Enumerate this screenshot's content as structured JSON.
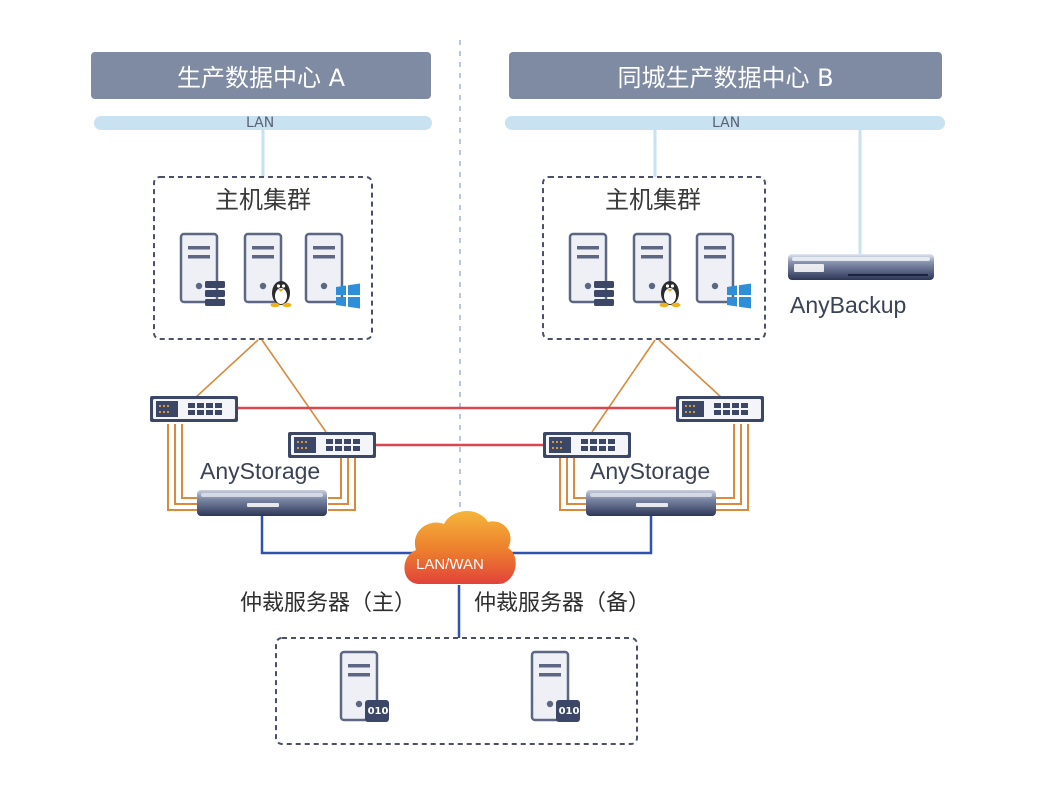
{
  "datacenters": {
    "a": {
      "title": "生产数据中心 A",
      "lan": "LAN",
      "cluster": "主机集群",
      "storage": "AnyStorage"
    },
    "b": {
      "title": "同城生产数据中心 B",
      "lan": "LAN",
      "cluster": "主机集群",
      "storage": "AnyStorage",
      "backup": "AnyBackup"
    }
  },
  "network": {
    "cloud": "LAN/WAN"
  },
  "arbitration": {
    "primary": "仲裁服务器（主）",
    "backup": "仲裁服务器（备）",
    "badge": "010"
  },
  "colors": {
    "title_bar": "#7f8aa3",
    "lan_bar": "#c9e2f1",
    "fc_link": "#d98a3c",
    "replication_link": "#d8464f",
    "wan_link": "#2f52b0",
    "server_body": "#eef0f6",
    "server_outline": "#5d6683",
    "device_dark": "#3c4666"
  }
}
